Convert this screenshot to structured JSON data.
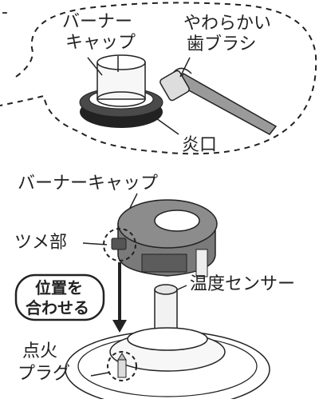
{
  "labels": {
    "top_dash": "-",
    "burner_cap_top_line1": "バーナー",
    "burner_cap_top_line2": "キャップ",
    "toothbrush_line1": "やわらかい",
    "toothbrush_line2": "歯ブラシ",
    "flame_port": "炎口",
    "burner_cap_main": "バーナーキャップ",
    "tab_part": "ツメ部",
    "align_line1": "位置を",
    "align_line2": "合わせる",
    "temp_sensor": "温度センサー",
    "igniter_line1": "点火",
    "igniter_line2": "プラグ"
  },
  "colors": {
    "line": "#222222",
    "cap_dark": "#7a7a7a",
    "cap_top": "#8c8c8c",
    "part_light": "#f2f2f2",
    "brush": "#9a9a9a"
  }
}
